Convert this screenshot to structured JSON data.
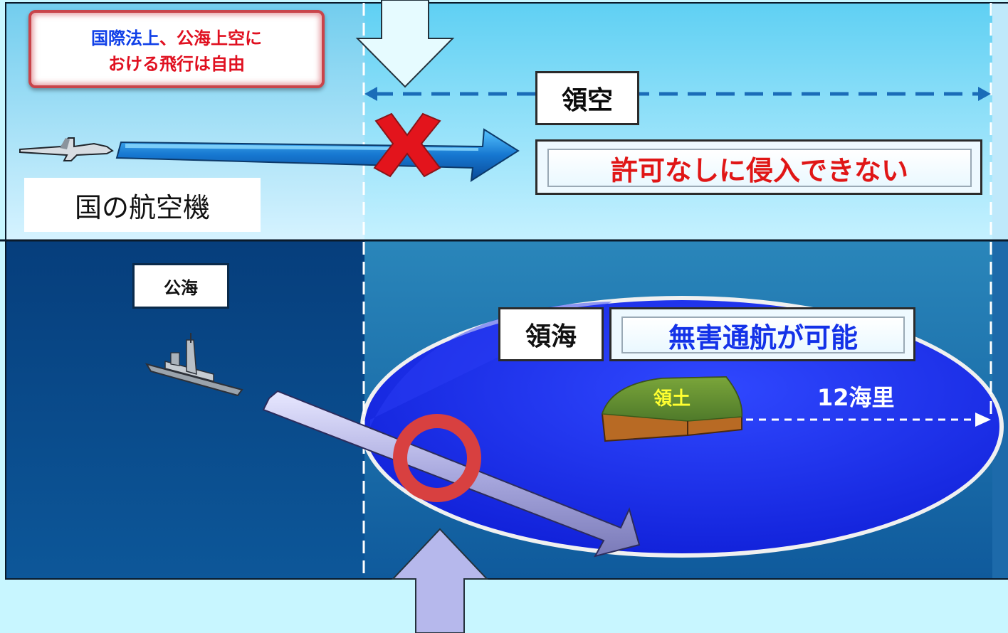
{
  "notice": {
    "line1_part1": "国際法上",
    "line1_part2": "、公海上空に",
    "line2": "おける飛行は自由"
  },
  "airspace": {
    "label": "領空",
    "no_entry": "許可なしに侵入できない",
    "aircraft_label": "国の航空機"
  },
  "sea": {
    "high_seas_label": "公海",
    "territorial_sea_label": "領海",
    "innocent_passage": "無害通航が可能",
    "territory_label": "領土",
    "distance_label": "12海里"
  },
  "colors": {
    "sky": "#7ad3f0",
    "sea_dark": "#0a4a86",
    "sea_light": "#2180b6",
    "territorial_ellipse": "#1c2cf0",
    "forbidden": "#e01616",
    "allowed_ring": "#d84a4a",
    "notice_blue": "#1040e8",
    "notice_red": "#e01020",
    "passage_text": "#1432e8"
  }
}
